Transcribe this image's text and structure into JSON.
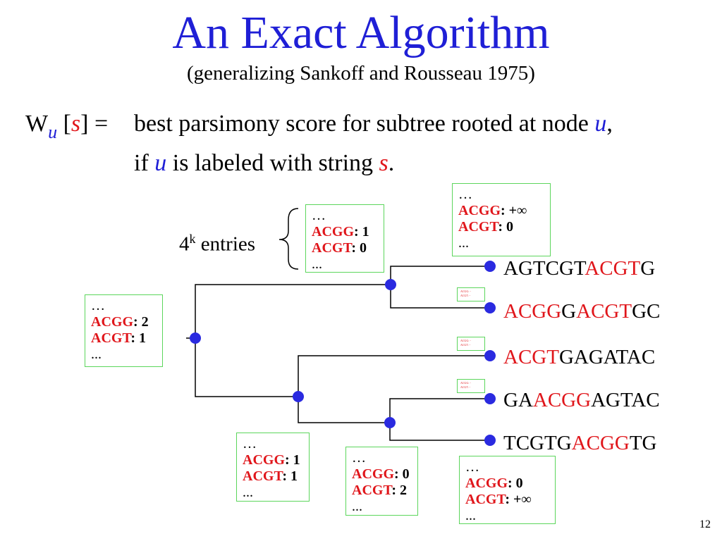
{
  "title": "An Exact Algorithm",
  "subtitle": "(generalizing Sankoff and Rousseau 1975)",
  "definition": {
    "w": "W",
    "u_sub": "u",
    "open_bracket": "[",
    "s": "s",
    "close_eq": "] =",
    "line1": "best parsimony score for subtree rooted at node ",
    "line1_u": "u",
    "line1_end": ",",
    "line2_if": "if ",
    "line2_u": "u",
    "line2_mid": " is labeled with string ",
    "line2_s": "s",
    "line2_end": "."
  },
  "entries_label": {
    "base": "4",
    "exp": "k",
    "rest": " entries"
  },
  "dp_tables": [
    {
      "id": "root",
      "dots_top": "…",
      "acgg_label": "ACGG",
      "acgg_value": ": 2",
      "acgt_label": "ACGT",
      "acgt_value": ": 1",
      "dots_bottom": "..."
    },
    {
      "id": "upper-internal",
      "dots_top": "…",
      "acgg_label": "ACGG",
      "acgg_value": ": 1",
      "acgt_label": "ACGT",
      "acgt_value": ": 0",
      "dots_bottom": "..."
    },
    {
      "id": "leaf-1",
      "dots_top": "…",
      "acgg_label": "ACGG",
      "acgg_value": ": +∞",
      "acgt_label": "ACGT",
      "acgt_value": ": 0",
      "dots_bottom": "..."
    },
    {
      "id": "lower-internal",
      "dots_top": "…",
      "acgg_label": "ACGG",
      "acgg_value": ": 1",
      "acgt_label": "ACGT",
      "acgt_value": ": 1",
      "dots_bottom": "..."
    },
    {
      "id": "lowest-internal",
      "dots_top": "…",
      "acgg_label": "ACGG",
      "acgg_value": ": 0",
      "acgt_label": "ACGT",
      "acgt_value": ": 2",
      "dots_bottom": "..."
    },
    {
      "id": "leaf-5",
      "dots_top": "…",
      "acgg_label": "ACGG",
      "acgg_value": ": 0",
      "acgt_label": "ACGT",
      "acgt_value": ": +∞",
      "dots_bottom": "..."
    }
  ],
  "mini_tables": [
    {
      "line1": "ACGG: -",
      "line2": "ACGT: -"
    },
    {
      "line1": "ACGG: -",
      "line2": "ACGT: -"
    },
    {
      "line1": "ACGG: -",
      "line2": "ACGT: -"
    }
  ],
  "leaves": [
    {
      "parts": [
        {
          "t": "AGTCGT",
          "red": false
        },
        {
          "t": "ACGT",
          "red": true
        },
        {
          "t": "G",
          "red": false
        }
      ]
    },
    {
      "parts": [
        {
          "t": "ACGG",
          "red": true
        },
        {
          "t": "G",
          "red": false
        },
        {
          "t": "ACGT",
          "red": true
        },
        {
          "t": "GC",
          "red": false
        }
      ]
    },
    {
      "parts": [
        {
          "t": "ACGT",
          "red": true
        },
        {
          "t": "GAGATAC",
          "red": false
        }
      ]
    },
    {
      "parts": [
        {
          "t": "GA",
          "red": false
        },
        {
          "t": "ACGG",
          "red": true
        },
        {
          "t": "AGTAC",
          "red": false
        }
      ]
    },
    {
      "parts": [
        {
          "t": "TCGTG",
          "red": false
        },
        {
          "t": "ACGG",
          "red": true
        },
        {
          "t": "TG",
          "red": false
        }
      ]
    }
  ],
  "page_number": "12",
  "colors": {
    "title": "#1f1fd6",
    "highlight": "#e0161b",
    "node": "#2a2ae0",
    "box_border": "#5cd65c"
  }
}
